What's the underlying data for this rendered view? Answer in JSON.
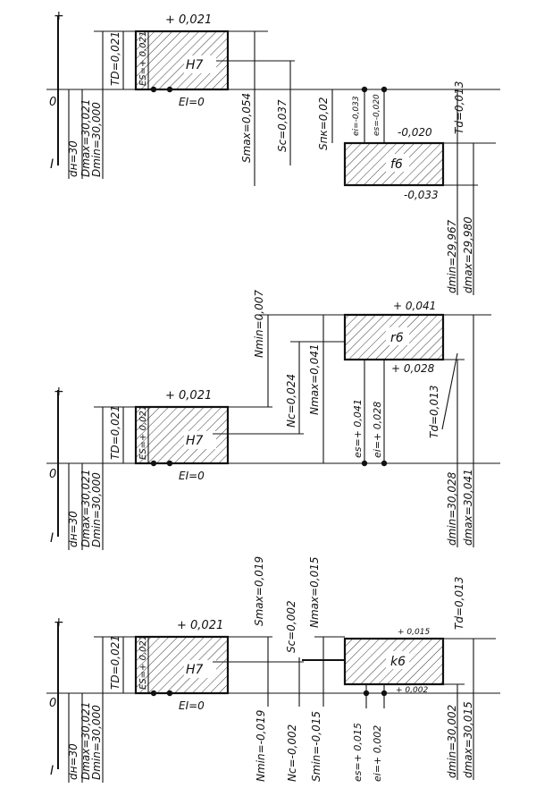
{
  "diagram_1": {
    "zero": "0",
    "plus": "+",
    "minus": "I",
    "d_nominal": "dн=30",
    "D_max": "Dmax=30,021",
    "D_min": "Dmin=30,000",
    "TD": "TD=0,021",
    "ES": "ES=+ 0,021",
    "EI": "EI=0",
    "hole_upper": "+ 0,021",
    "hole_label": "H7",
    "S_max": "Smax=0,054",
    "S_c": "Sc=0,037",
    "S_min": "Sпк=0,02",
    "ei": "ei=-0,033",
    "es": "es=-0,020",
    "Td": "Td=0,013",
    "shaft_upper": "-0,020",
    "shaft_lower": "-0,033",
    "shaft_label": "f6",
    "d_min": "dmin=29,967",
    "d_max": "dmax=29,980"
  },
  "diagram_2": {
    "zero": "0",
    "plus": "+",
    "minus": "I",
    "d_nominal": "dн=30",
    "D_max": "Dmax=30,021",
    "D_min": "Dmin=30,000",
    "TD": "TD=0,021",
    "ES": "ES=+ 0,021",
    "EI": "EI=0",
    "hole_upper": "+ 0,021",
    "hole_label": "H7",
    "N_min": "Nmin=0,007",
    "N_c": "Nc=0,024",
    "N_max": "Nmax=0,041",
    "es": "es=+ 0,041",
    "ei": "ei=+ 0,028",
    "Td": "Td=0,013",
    "shaft_upper": "+ 0,041",
    "shaft_lower": "+ 0,028",
    "shaft_label": "r6",
    "d_min": "dmin=30,028",
    "d_max": "dmax=30,041"
  },
  "diagram_3": {
    "zero": "0",
    "plus": "+",
    "minus": "I",
    "d_nominal": "dн=30",
    "D_max": "Dmax=30,021",
    "D_min": "Dmin=30,000",
    "TD": "TD=0,021",
    "ES": "ES=+ 0,021",
    "EI": "EI=0",
    "hole_upper": "+ 0,021",
    "hole_label": "H7",
    "S_max": "Smax=0,019",
    "S_c": "Sc=0,002",
    "N_max": "Nmax=0,015",
    "N_min": "Nmin=-0,019",
    "N_c": "Nc=-0,002",
    "S_min": "Smin=-0,015",
    "es": "es=+ 0,015",
    "ei": "ei=+ 0,002",
    "Td": "Td=0,013",
    "shaft_upper": "+ 0,015",
    "shaft_lower": "+ 0,002",
    "shaft_label": "k6",
    "d_min": "dmin=30,002",
    "d_max": "dmax=30,015"
  }
}
